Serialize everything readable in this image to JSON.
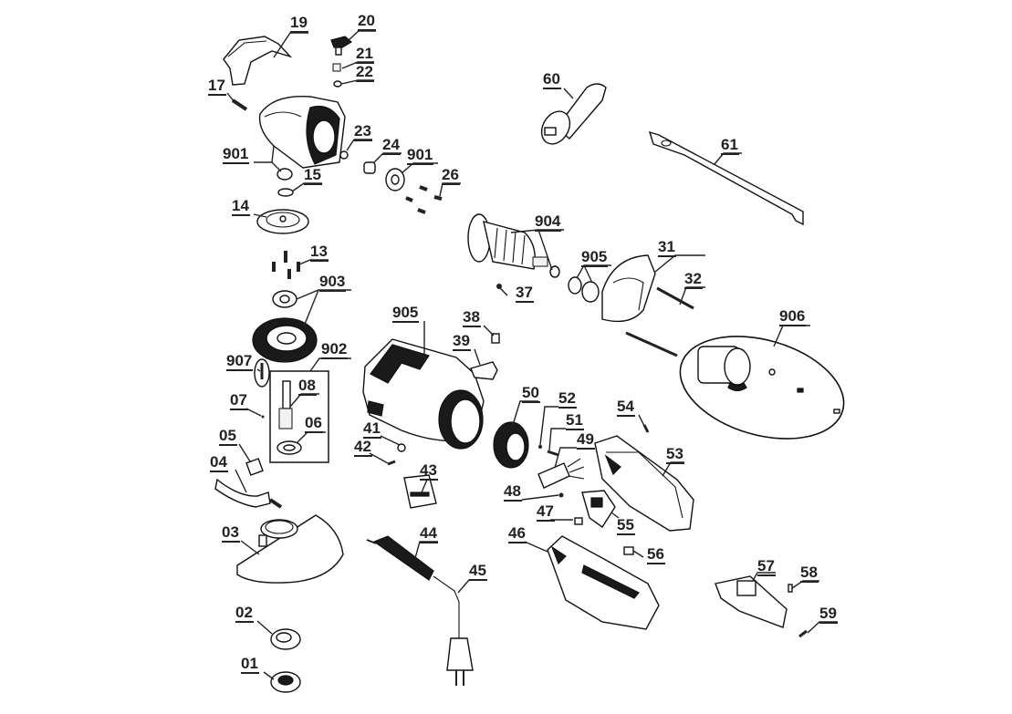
{
  "diagram": {
    "title": "Angle grinder exploded parts view",
    "accent_color": "#111111",
    "labels": [
      {
        "id": "l19",
        "text": "19"
      },
      {
        "id": "l20",
        "text": "20"
      },
      {
        "id": "l21",
        "text": "21"
      },
      {
        "id": "l22",
        "text": "22"
      },
      {
        "id": "l17",
        "text": "17"
      },
      {
        "id": "l901a",
        "text": "901"
      },
      {
        "id": "l15",
        "text": "15"
      },
      {
        "id": "l23",
        "text": "23"
      },
      {
        "id": "l24",
        "text": "24"
      },
      {
        "id": "l901b",
        "text": "901"
      },
      {
        "id": "l26",
        "text": "26"
      },
      {
        "id": "l14",
        "text": "14"
      },
      {
        "id": "l13",
        "text": "13"
      },
      {
        "id": "l903",
        "text": "903"
      },
      {
        "id": "l902",
        "text": "902"
      },
      {
        "id": "l907",
        "text": "907"
      },
      {
        "id": "l08",
        "text": "08"
      },
      {
        "id": "l07",
        "text": "07"
      },
      {
        "id": "l06",
        "text": "06"
      },
      {
        "id": "l05",
        "text": "05"
      },
      {
        "id": "l04",
        "text": "04"
      },
      {
        "id": "l03",
        "text": "03"
      },
      {
        "id": "l02",
        "text": "02"
      },
      {
        "id": "l01",
        "text": "01"
      },
      {
        "id": "l60",
        "text": "60"
      },
      {
        "id": "l61",
        "text": "61"
      },
      {
        "id": "l904",
        "text": "904"
      },
      {
        "id": "l905a",
        "text": "905"
      },
      {
        "id": "l31",
        "text": "31"
      },
      {
        "id": "l32",
        "text": "32"
      },
      {
        "id": "l37",
        "text": "37"
      },
      {
        "id": "l906",
        "text": "906"
      },
      {
        "id": "l905b",
        "text": "905"
      },
      {
        "id": "l38",
        "text": "38"
      },
      {
        "id": "l39",
        "text": "39"
      },
      {
        "id": "l50",
        "text": "50"
      },
      {
        "id": "l52",
        "text": "52"
      },
      {
        "id": "l51",
        "text": "51"
      },
      {
        "id": "l49",
        "text": "49"
      },
      {
        "id": "l54",
        "text": "54"
      },
      {
        "id": "l53",
        "text": "53"
      },
      {
        "id": "l41",
        "text": "41"
      },
      {
        "id": "l42",
        "text": "42"
      },
      {
        "id": "l43",
        "text": "43"
      },
      {
        "id": "l48",
        "text": "48"
      },
      {
        "id": "l47",
        "text": "47"
      },
      {
        "id": "l55",
        "text": "55"
      },
      {
        "id": "l46",
        "text": "46"
      },
      {
        "id": "l56",
        "text": "56"
      },
      {
        "id": "l44",
        "text": "44"
      },
      {
        "id": "l45",
        "text": "45"
      },
      {
        "id": "l57",
        "text": "57"
      },
      {
        "id": "l58",
        "text": "58"
      },
      {
        "id": "l59",
        "text": "59"
      }
    ]
  }
}
